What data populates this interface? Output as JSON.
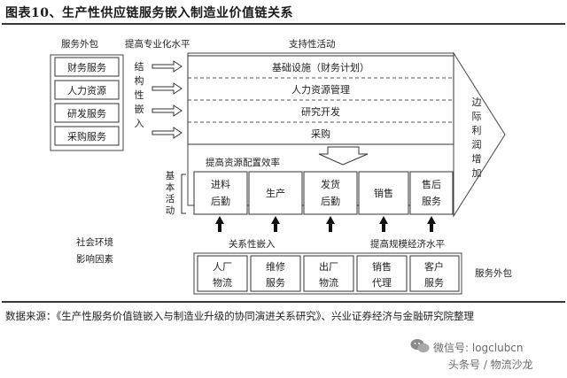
{
  "header": {
    "title": "图表10、生产性供应链服务嵌入制造业价值链关系"
  },
  "diagram": {
    "outsource_top_label": "服务外包",
    "outsource_top_items": [
      "财务服务",
      "人力资源",
      "研发服务",
      "采购服务"
    ],
    "professional_label": "提高专业化水平",
    "structural_embed_chars": [
      "结",
      "构",
      "性",
      "嵌",
      "入"
    ],
    "support_label": "支持性活动",
    "support_activities": [
      "基础设施（财务计划）",
      "人力资源管理",
      "研究开发",
      "采购"
    ],
    "margin_label_chars": [
      "边",
      "际",
      "利",
      "润",
      "增",
      "加"
    ],
    "efficiency_label": "提高资源配置效率",
    "basic_label_chars": [
      "基",
      "本",
      "活",
      "动"
    ],
    "basic_activities": [
      {
        "line1": "进料",
        "line2": "后勤"
      },
      {
        "line1": "生产",
        "line2": ""
      },
      {
        "line1": "发货",
        "line2": "后勤"
      },
      {
        "line1": "销售",
        "line2": ""
      },
      {
        "line1": "售后",
        "line2": "服务"
      }
    ],
    "social_line1": "社会环境",
    "social_line2": "影响因素",
    "relational_label": "关系性嵌入",
    "scale_label": "提高规模经济水平",
    "outsource_bottom_items": [
      {
        "line1": "人厂",
        "line2": "物流"
      },
      {
        "line1": "维修",
        "line2": "服务"
      },
      {
        "line1": "出厂",
        "line2": "物流"
      },
      {
        "line1": "销售",
        "line2": "代理"
      },
      {
        "line1": "客户",
        "line2": "服务"
      }
    ],
    "outsource_bottom_label": "服务外包"
  },
  "footer": {
    "source": "数据来源：《生产性服务价值链嵌入与制造业升级的协同演进关系研究》、兴业证券经济与金融研究院整理",
    "watermark_line1": "微信号: logclubcn",
    "watermark_line2": "头条号 / 物流沙龙"
  }
}
